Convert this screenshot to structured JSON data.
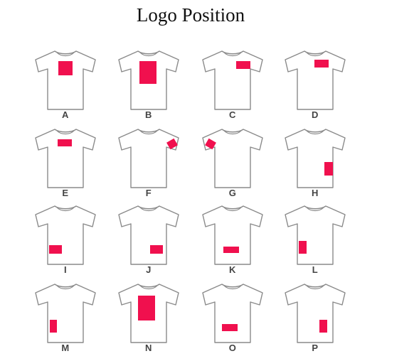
{
  "title": "Logo Position",
  "colors": {
    "logo": "#f0104e",
    "outline": "#8a8a8a",
    "label": "#444444"
  },
  "icon": "tshirt-icon",
  "positions": [
    {
      "label": "A"
    },
    {
      "label": "B"
    },
    {
      "label": "C"
    },
    {
      "label": "D"
    },
    {
      "label": "E"
    },
    {
      "label": "F"
    },
    {
      "label": "G"
    },
    {
      "label": "H"
    },
    {
      "label": "I"
    },
    {
      "label": "J"
    },
    {
      "label": "K"
    },
    {
      "label": "L"
    },
    {
      "label": "M"
    },
    {
      "label": "N"
    },
    {
      "label": "O"
    },
    {
      "label": "P"
    }
  ]
}
